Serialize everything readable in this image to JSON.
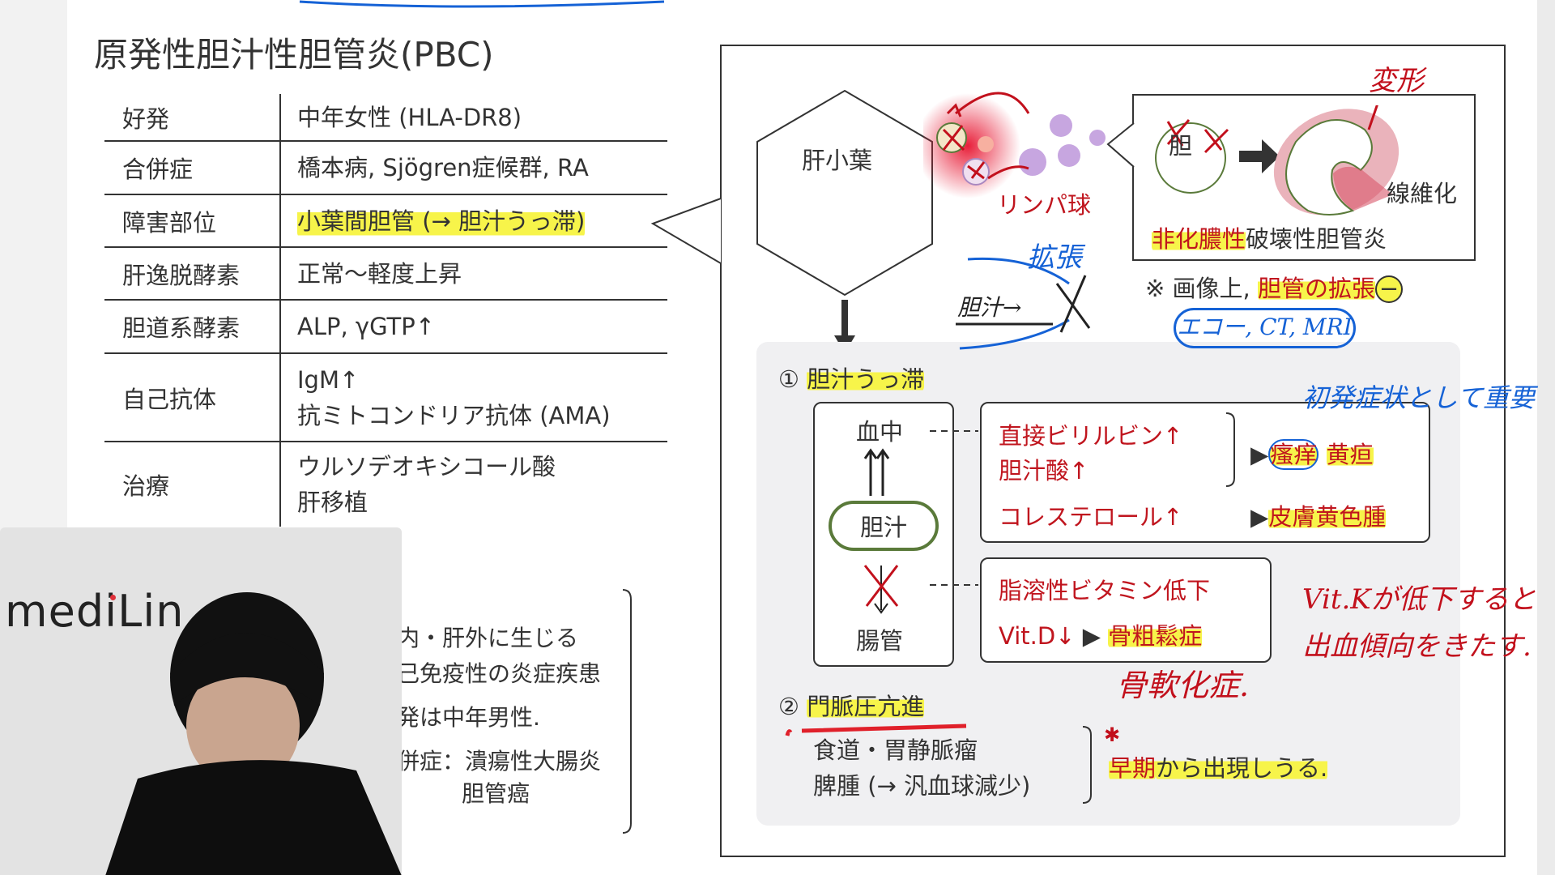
{
  "title": "原発性胆汁性胆管炎(PBC)",
  "table": [
    {
      "label": "好発",
      "values": [
        "中年女性 (HLA-DR8)"
      ]
    },
    {
      "label": "合併症",
      "values": [
        "橋本病, Sjögren症候群, RA"
      ]
    },
    {
      "label": "障害部位",
      "values": [
        "小葉間胆管 (→ 胆汁うっ滞)"
      ]
    },
    {
      "label": "肝逸脱酵素",
      "values": [
        "正常〜軽度上昇"
      ]
    },
    {
      "label": "胆道系酵素",
      "values": [
        "ALP, γGTP↑"
      ]
    },
    {
      "label": "自己抗体",
      "values": [
        "IgM↑",
        "抗ミトコンドリア抗体 (AMA)"
      ]
    },
    {
      "label": "治療",
      "values": [
        "ウルソデオキシコール酸",
        "肝移植"
      ]
    }
  ],
  "psc_notes": [
    "内・肝外に生じる",
    "己免疫性の炎症疾患",
    "発は中年男性.",
    "併症：潰瘍性大腸炎",
    "胆管癌"
  ],
  "webcam": {
    "logo": "mediLin"
  },
  "diagram": {
    "lobule": "肝小葉",
    "lymphocyte": "リンパ球",
    "bile_duct": "胆",
    "fibrosis": "線維化",
    "inset_caption_red": "非化膿性",
    "inset_caption_rest": "破壊性胆管炎",
    "imaging_note_prefix": "※ 画像上, ",
    "imaging_note_red": "胆管の拡張",
    "imaging_note_sign": "−"
  },
  "section1": {
    "heading_num": "①",
    "heading": "胆汁うっ滞",
    "blood": "血中",
    "bile": "胆汁",
    "intestine": "腸管",
    "box_a": {
      "line1": "直接ビリルビン↑",
      "line2": "胆汁酸↑",
      "result1a": "瘙痒",
      "result1b": "黄疸",
      "line3": "コレステロール↑",
      "result3": "皮膚黄色腫"
    },
    "box_b": {
      "line1": "脂溶性ビタミン低下",
      "line2": "Vit.D↓",
      "result": "骨粗鬆症"
    }
  },
  "section2": {
    "heading_num": "②",
    "heading": "門脈圧亢進",
    "items": [
      "食道・胃静脈瘤",
      "脾腫 (→ 汎血球減少)"
    ],
    "note_red": "早期",
    "note_rest": "から出現しうる."
  },
  "handwriting": {
    "deform": "変形",
    "dilate": "拡張",
    "bile_arrow": "胆汁→",
    "imaging": "エコー, CT, MRI",
    "initial_symptom": "初発症状として重要",
    "vitk_line1": "Vit.Kが低下すると",
    "vitk_line2": "出血傾向をきたす.",
    "osteomalacia": "骨軟化症."
  },
  "colors": {
    "highlight": "#f7f44a",
    "red": "#c0151e",
    "blue": "#1562d6",
    "green": "#5a7a3a"
  }
}
